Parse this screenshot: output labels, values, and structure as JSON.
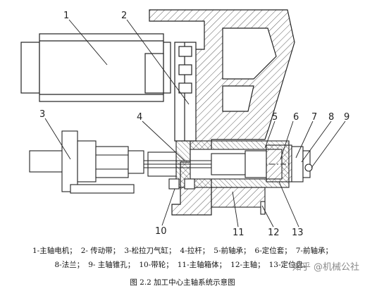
{
  "callouts": {
    "c1": "1",
    "c2": "2",
    "c3": "3",
    "c4": "4",
    "c5": "5",
    "c6": "6",
    "c7": "7",
    "c8": "8",
    "c9": "9",
    "c10": "10",
    "c11": "11",
    "c12": "12",
    "c13": "13"
  },
  "legend": {
    "line1": [
      "1-主轴电机；",
      "2- 传动带；",
      "3-松拉刀气缸；",
      "4-拉杆；",
      "5-前轴承；",
      "6-定位套；",
      "7-前轴承；"
    ],
    "line2": [
      "8-法兰；",
      "9- 主轴锥孔；",
      "10-带轮；",
      "11-主轴箱体；",
      "12-主轴；",
      "13-定位盘。"
    ]
  },
  "caption": "图 2.2    加工中心主轴系统示意图",
  "watermark": "知乎 @机械公社"
}
